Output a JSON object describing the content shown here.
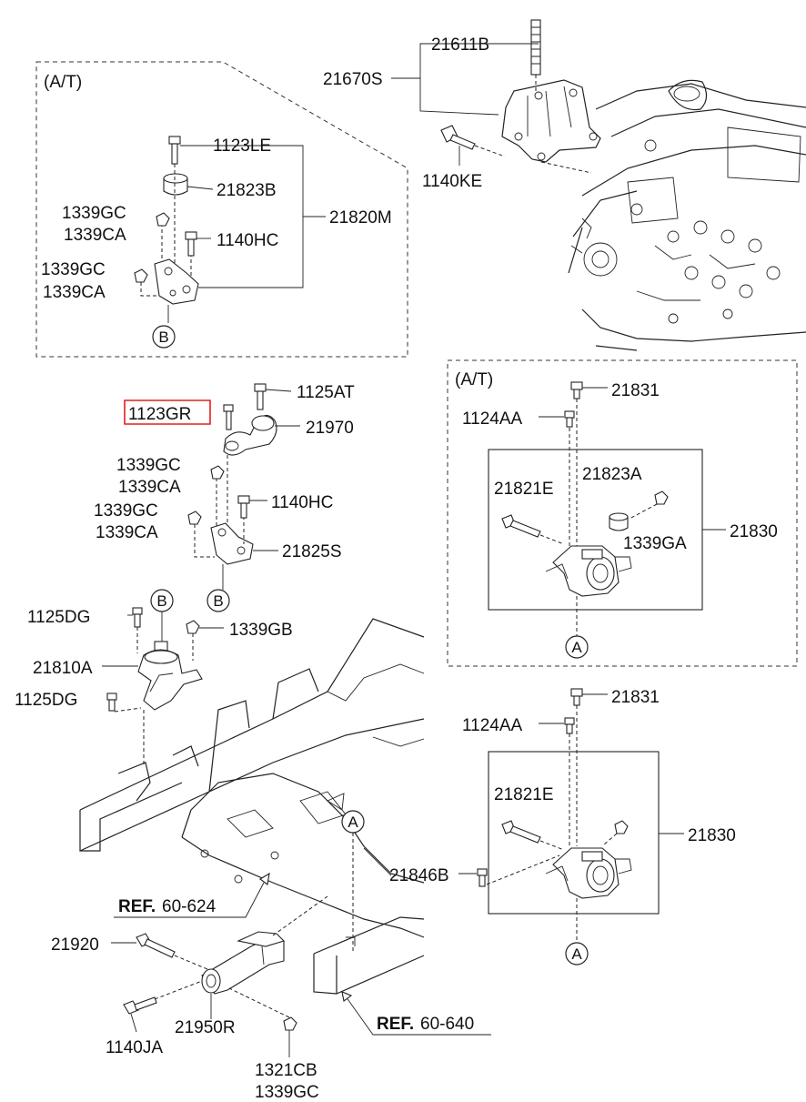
{
  "frames": {
    "top_left_at": "(A/T)",
    "right_at": "(A/T)"
  },
  "labels": {
    "p21611B": "21611B",
    "p21670S": "21670S",
    "p1140KE": "1140KE",
    "p1123LE": "1123LE",
    "p21823B": "21823B",
    "p21820M": "21820M",
    "p1339GC_a": "1339GC",
    "p1339CA_a": "1339CA",
    "p1140HC_a": "1140HC",
    "p1339GC_b": "1339GC",
    "p1339CA_b": "1339CA",
    "p1125AT": "1125AT",
    "p1123GR": "1123GR",
    "p21970": "21970",
    "p1339GC_c": "1339GC",
    "p1339CA_c": "1339CA",
    "p1140HC_b": "1140HC",
    "p1339GC_d": "1339GC",
    "p1339CA_d": "1339CA",
    "p21825S": "21825S",
    "p1125DG_a": "1125DG",
    "p1339GB": "1339GB",
    "p21810A": "21810A",
    "p1125DG_b": "1125DG",
    "p21831_a": "21831",
    "p1124AA_a": "1124AA",
    "p21821E_a": "21821E",
    "p21823A": "21823A",
    "p1339GA": "1339GA",
    "p21830_a": "21830",
    "p21831_b": "21831",
    "p1124AA_b": "1124AA",
    "p21821E_b": "21821E",
    "p21830_b": "21830",
    "p21846B": "21846B",
    "p21920": "21920",
    "p1140JA": "1140JA",
    "p21950R": "21950R",
    "p1321CB": "1321CB",
    "p1339GC_e": "1339GC"
  },
  "refs": {
    "ref1_bold": "REF.",
    "ref1_num": "60-624",
    "ref2_bold": "REF.",
    "ref2_num": "60-640"
  },
  "markers": {
    "B1": "B",
    "B2": "B",
    "B3": "B",
    "A1": "A",
    "A2": "A",
    "A3": "A"
  },
  "highlight_color": "#e02020"
}
